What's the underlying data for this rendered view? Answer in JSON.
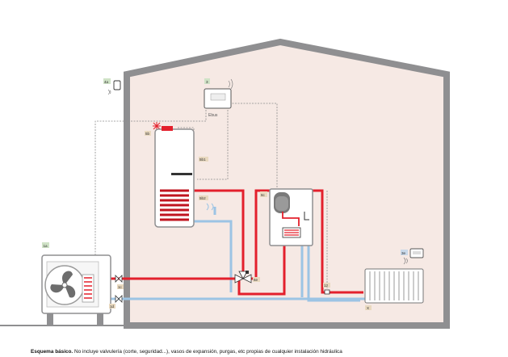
{
  "colors": {
    "house_fill": "#f6e9e4",
    "house_outline": "#8f8f91",
    "hot_pipe": "#e3202c",
    "cold_pipe": "#9cc4e4",
    "ebus_line": "#8c8c8c",
    "tag_green": "#cfe2c6",
    "tag_beige": "#e9d9bf",
    "tag_blue": "#c9d9ea"
  },
  "tags": {
    "t4a": "4a",
    "t3": "3",
    "t5b": "5b",
    "t5b1": "5b1",
    "t5b2": "5b2",
    "t6c": "6c",
    "t1a": "1a",
    "t1c": "1c",
    "t1d": "1d",
    "t6e": "6e",
    "t3e": "3e",
    "t12": "12",
    "tx": "X"
  },
  "ebus_label": "Ebus",
  "caption": {
    "bold": "Esquema básico.",
    "rest": " No incluye valvulería (corte, seguridad...), vasos de expansión, purgas, etc propias de cualquier instalación hidráulica"
  },
  "icons": [
    "outdoor-heat-pump-icon",
    "dhw-tank-icon",
    "indoor-module-icon",
    "controller-icon",
    "wireless-sensor-icon",
    "radiator-icon",
    "three-way-valve-icon",
    "wifi-signal-icon",
    "snowflake-icon"
  ]
}
